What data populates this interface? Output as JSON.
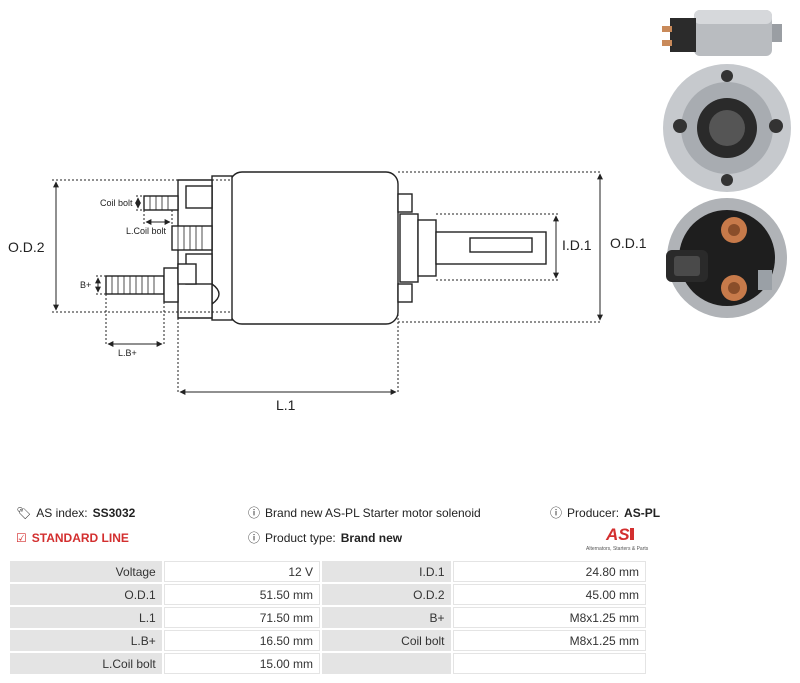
{
  "diagram": {
    "labels": {
      "od2": "O.D.2",
      "od1": "O.D.1",
      "id1": "I.D.1",
      "l1": "L.1",
      "coil_bolt": "Coil bolt",
      "l_coil_bolt": "L.Coil bolt",
      "b_plus": "B+",
      "l_b_plus": "L.B+"
    }
  },
  "info": {
    "as_index_label": "AS index:",
    "as_index_value": "SS3032",
    "standard_line": "STANDARD LINE",
    "description": "Brand new AS-PL Starter motor solenoid",
    "product_type_label": "Product type:",
    "product_type_value": "Brand new",
    "producer_label": "Producer:",
    "producer_value": "AS-PL",
    "logo_text": "AS",
    "logo_tagline": "Alternators, Starters & Parts"
  },
  "specs": [
    [
      "Voltage",
      "12 V",
      "I.D.1",
      "24.80 mm"
    ],
    [
      "O.D.1",
      "51.50 mm",
      "O.D.2",
      "45.00 mm"
    ],
    [
      "L.1",
      "71.50 mm",
      "B+",
      "M8x1.25 mm"
    ],
    [
      "L.B+",
      "16.50 mm",
      "Coil bolt",
      "M8x1.25 mm"
    ],
    [
      "L.Coil bolt",
      "15.00 mm",
      "",
      ""
    ]
  ],
  "colors": {
    "accent_red": "#d32f2f",
    "label_bg": "#e4e4e4"
  }
}
